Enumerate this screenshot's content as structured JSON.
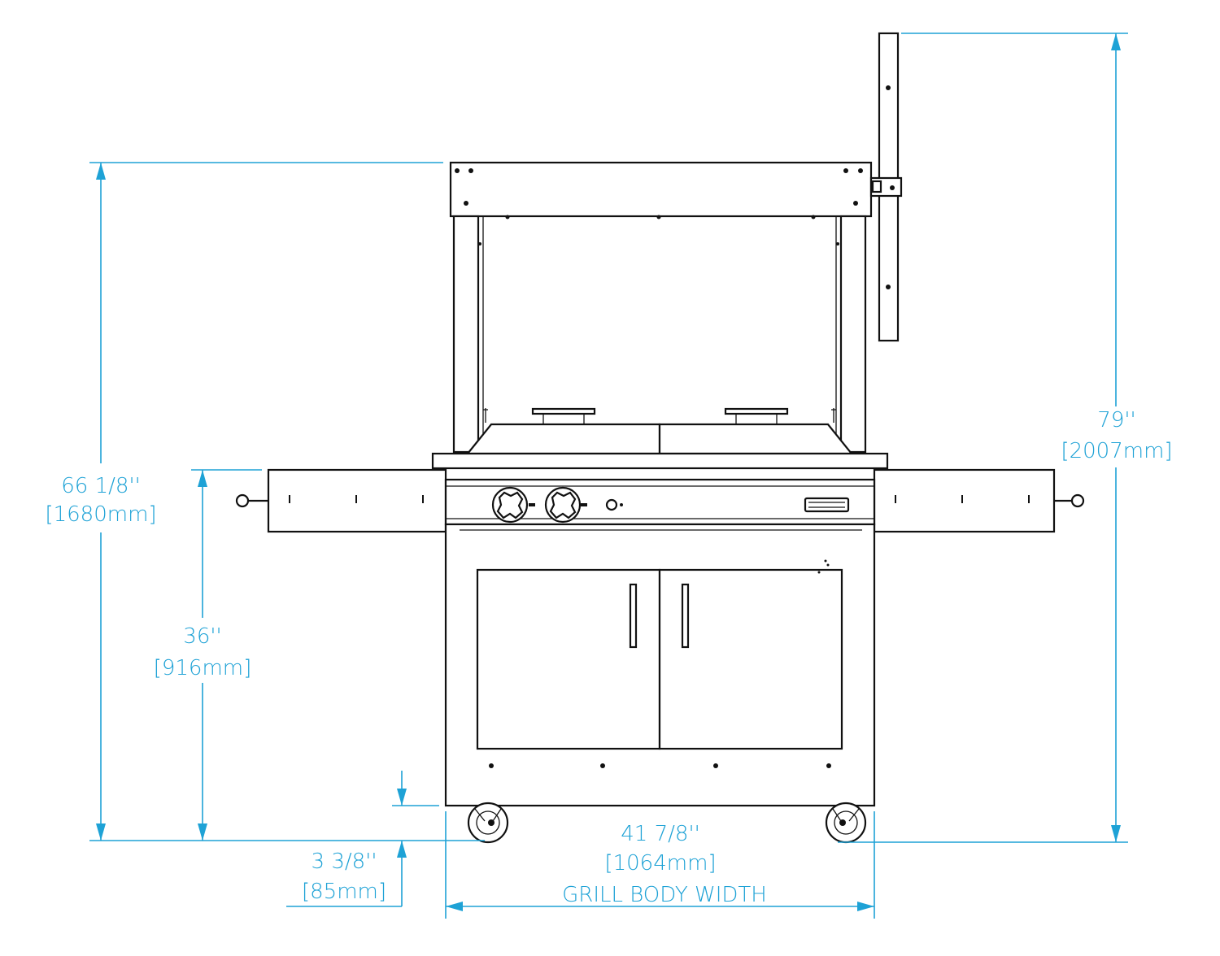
{
  "dimensions": {
    "overall_height": {
      "imperial": "79''",
      "metric": "[2007mm]"
    },
    "hood_height": {
      "imperial": "66 1/8''",
      "metric": "[1680mm]"
    },
    "counter_height": {
      "imperial": "36''",
      "metric": "[916mm]"
    },
    "caster_height": {
      "imperial": "3 3/8''",
      "metric": "[85mm]"
    },
    "body_width": {
      "imperial": "41 7/8''",
      "metric": "[1064mm]",
      "caption": "GRILL BODY WIDTH"
    }
  },
  "colors": {
    "dimension": "#1ea2d6",
    "ink": "#111111",
    "background": "#ffffff"
  },
  "icons": [
    "control-knob-icon",
    "caster-wheel-icon",
    "brand-badge-icon"
  ]
}
